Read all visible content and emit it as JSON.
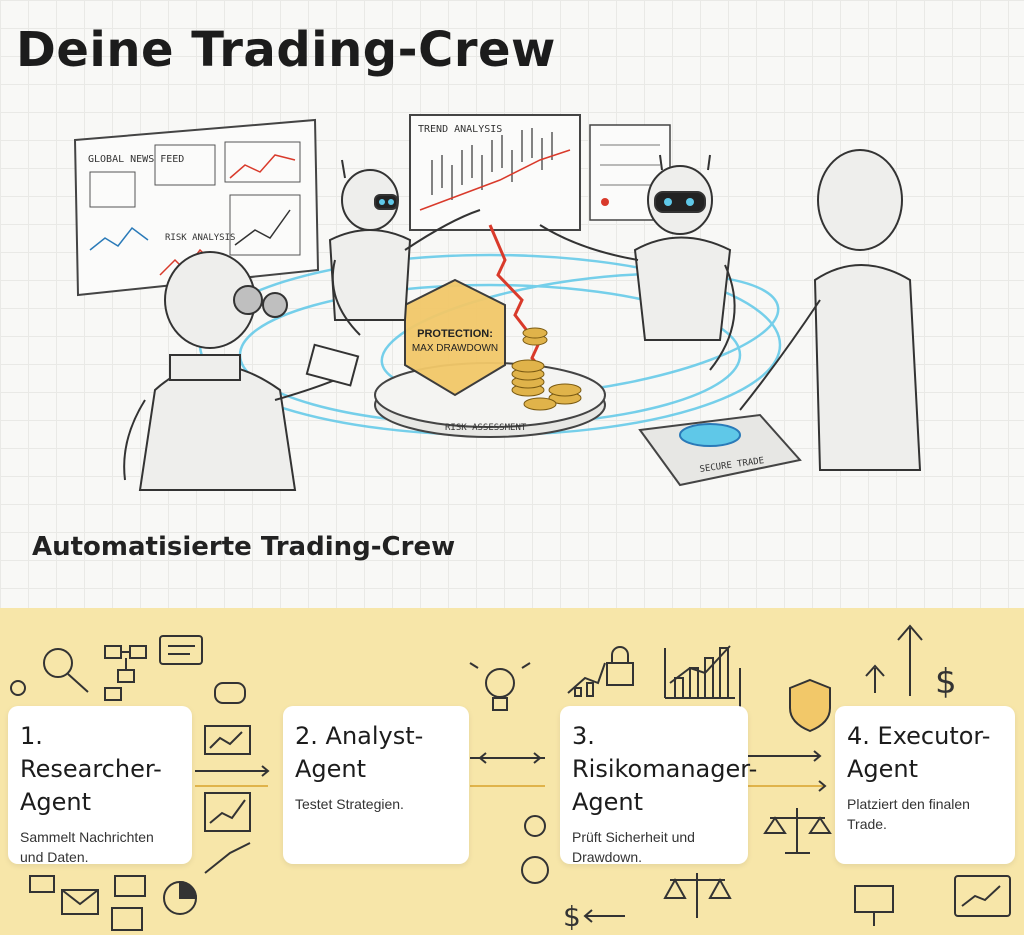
{
  "title": "Deine Trading-Crew",
  "subtitle": "Automatisierte Trading-Crew",
  "illustration": {
    "news_panel": "GLOBAL NEWS FEED",
    "analysis_panel": "RISK ANALYSIS",
    "trend_panel": "TREND ANALYSIS",
    "protection_label_1": "PROTECTION:",
    "protection_label_2": "MAX DRAWDOWN",
    "base_label": "RISK ASSESSMENT",
    "pad_label": "SECURE TRADE"
  },
  "steps": [
    {
      "title": "1.\nResearcher-\nAgent",
      "description": "Sammelt Nachrichten\nund Daten."
    },
    {
      "title": "2. Analyst-\nAgent",
      "description": "Testet Strategien."
    },
    {
      "title": "3.\nRisikomanager-\nAgent",
      "description": "Prüft Sicherheit und\nDrawdown."
    },
    {
      "title": "4. Executor-\nAgent",
      "description": "Platziert den finalen\nTrade."
    }
  ],
  "colors": {
    "band": "#f7e6a9",
    "glow": "#5fc8e8",
    "crash": "#d93a2b",
    "coin": "#e0b34a",
    "shield": "#f2c869"
  }
}
